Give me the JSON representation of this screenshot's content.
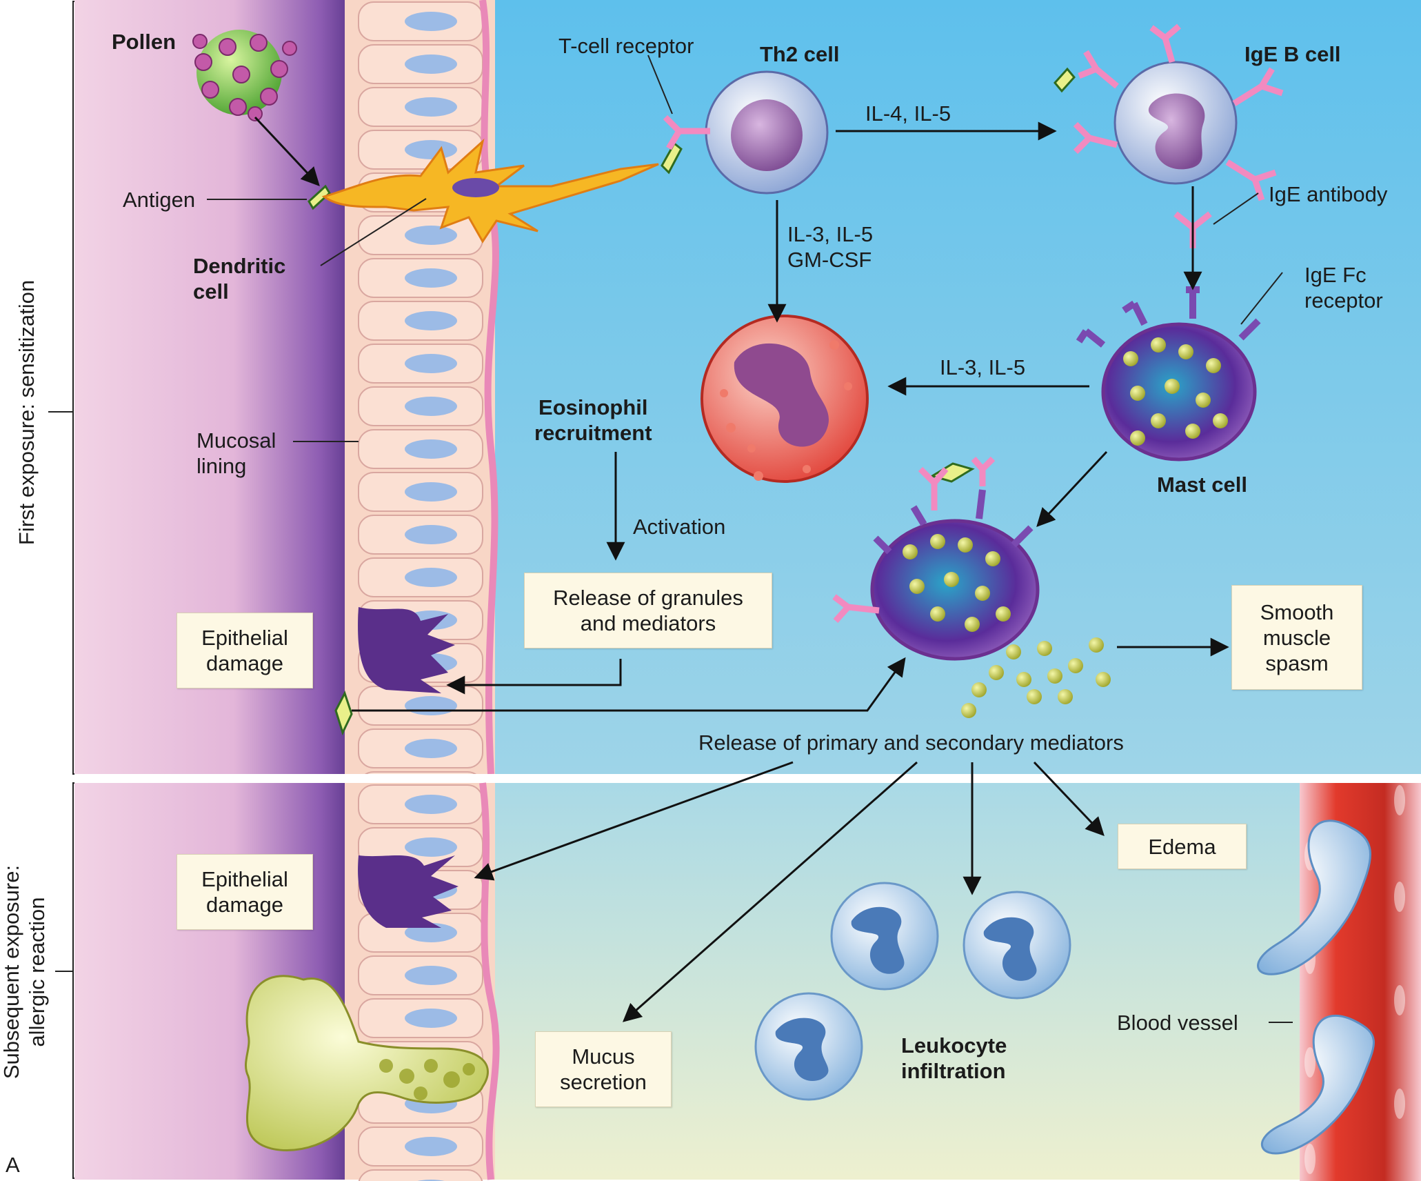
{
  "labels": {
    "pollen": "Pollen",
    "antigen": "Antigen",
    "dendritic_cell": "Dendritic\ncell",
    "t_cell_receptor": "T-cell receptor",
    "th2_cell": "Th2 cell",
    "ige_b_cell": "IgE B cell",
    "il4_il5": "IL-4, IL-5",
    "il3_il5_gmcsf": "IL-3, IL-5\nGM-CSF",
    "ige_antibody": "IgE antibody",
    "ige_fc_receptor": "IgE Fc\nreceptor",
    "il3_il5": "IL-3, IL-5",
    "eosinophil_recruitment": "Eosinophil\nrecruitment",
    "mucosal_lining": "Mucosal\nlining",
    "activation": "Activation",
    "mast_cell": "Mast cell",
    "release_mediators": "Release of primary and secondary mediators",
    "blood_vessel": "Blood vessel",
    "leukocyte_infiltration": "Leukocyte\ninfiltration",
    "panel_letter": "A"
  },
  "boxes": {
    "release_granules": "Release of granules\nand mediators",
    "epithelial_damage_top": "Epithelial\ndamage",
    "smooth_muscle": "Smooth\nmuscle\nspasm",
    "epithelial_damage_bottom": "Epithelial\ndamage",
    "edema": "Edema",
    "mucus_secretion": "Mucus\nsecretion"
  },
  "side_labels": {
    "first_exposure": "First exposure: sensitization",
    "subsequent_exposure": "Subsequent exposure:\nallergic reaction"
  },
  "colors": {
    "tissue_pink": "#f3d3e6",
    "mucosa_purple": "#6a3a95",
    "epithelial_cell": "#f8d8c8",
    "nucleus_blue": "#8fb4e0",
    "lumen_blue": "#6ec2ea",
    "lumen_bottom": "#e6efd2",
    "eosinophil_red": "#e8453d",
    "mast_purple": "#8a3aa0",
    "granule_yellow": "#c7cc3e",
    "vessel_red": "#d93a2e"
  }
}
